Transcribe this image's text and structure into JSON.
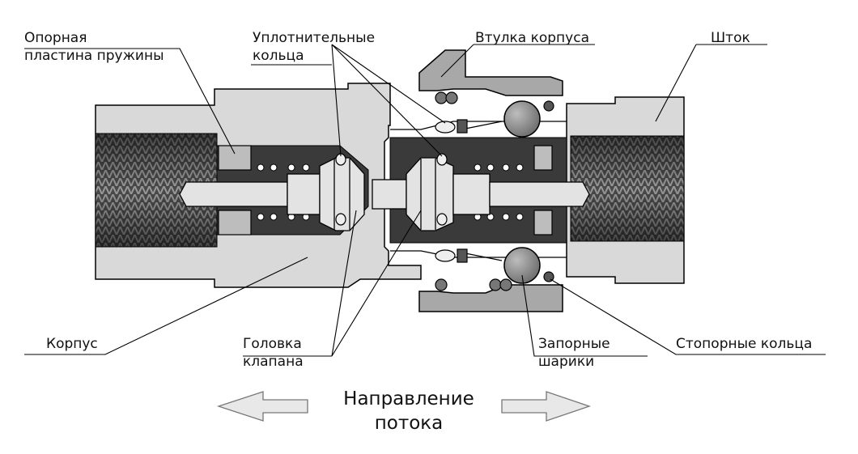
{
  "labels": {
    "spring_plate": "Опорная\nпластина пружины",
    "seal_rings": "Уплотнительные\nкольца",
    "body_sleeve": "Втулка корпуса",
    "stem": "Шток",
    "body": "Корпус",
    "valve_head": "Головка\nклапана",
    "locking_balls": "Запорные\nшарики",
    "retaining_rings": "Стопорные кольца"
  },
  "flow": {
    "caption": "Направление\nпотока"
  },
  "colors": {
    "body_fill": "#d9d9d9",
    "sleeve_fill": "#a8a8a8",
    "cavity_fill": "#3a3a3a",
    "thread_fill": "#5a5a5a",
    "outline": "#000000",
    "arrow_fill": "#e8e8e8"
  }
}
